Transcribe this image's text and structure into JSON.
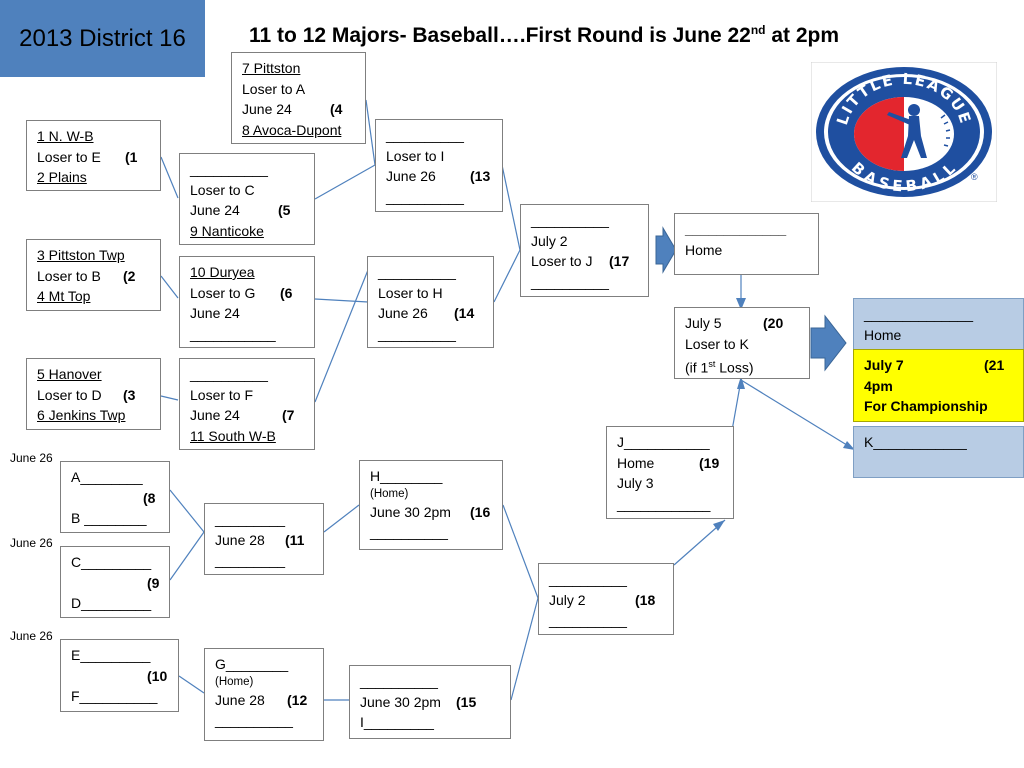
{
  "header": {
    "district": "2013 District 16",
    "title_main": "11 to 12 Majors- Baseball….First Round is June 22",
    "title_sup": "nd",
    "title_end": " at 2pm"
  },
  "logo": {
    "line1": "LITTLE LEAGUE",
    "line2": "BASEBALL",
    "mark": "®",
    "colors": {
      "blue": "#1f4fa0",
      "red": "#e3262e"
    }
  },
  "side_labels": [
    "June 26",
    "June 26",
    "June 26"
  ],
  "games": {
    "g4": {
      "team1": "7 Pittston",
      "line2": "Loser to A",
      "date": " June 24",
      "num": "(4",
      "team2": "8 Avoca-Dupont"
    },
    "g1": {
      "team1": "1 N. W-B",
      "line2": "Loser to E",
      "num": "(1",
      "team2": "2 Plains"
    },
    "g5": {
      "blank": "__________",
      "line2": "Loser to C",
      "date": " June 24",
      "num": "(5",
      "team2": "9 Nanticoke"
    },
    "g13": {
      "blank1": "__________",
      "line2": "Loser to I",
      "date": "June 26",
      "num": "(13",
      "blank2": "__________"
    },
    "g17": {
      "blank1": "__________",
      "date": "July 2",
      "line3": "Loser to J",
      "num": "(17",
      "blank2": "__________"
    },
    "home1": {
      "blank": "_____________",
      "line2": "Home"
    },
    "g2": {
      "team1": "3 Pittston Twp",
      "line2": "Loser to B",
      "num": "(2",
      "team2": "4  Mt Top"
    },
    "g6": {
      "team1": "10 Duryea",
      "line2": "Loser to G",
      "num": "(6",
      "date": "June 24",
      "blank": "___________"
    },
    "g14": {
      "blank1": "__________",
      "line2": "Loser to H",
      "date": "June 26",
      "num": "(14",
      "blank2": "__________"
    },
    "g20": {
      "date": "July 5",
      "num": "(20",
      "line2": "Loser to K",
      "line3_pre": "(if 1",
      "line3_sup": "st",
      "line3_post": " Loss)"
    },
    "home2": {
      "blank": "______________",
      "line2": "Home"
    },
    "champ": {
      "date": "July 7",
      "num": "(21",
      "time": "4pm",
      "label": "For Championship"
    },
    "g3": {
      "team1": "5 Hanover",
      "line2": "Loser to D",
      "num": "(3",
      "team2": "6 Jenkins Twp"
    },
    "g7": {
      "blank": "__________",
      "line2": "Loser to F",
      "date": "June 24",
      "num": "(7",
      "team2": "11 South W-B"
    },
    "k": {
      "label": "K____________"
    },
    "g19": {
      "label": "J___________",
      "line2": "Home",
      "num": "(19",
      "date": "July 3",
      "blank": "____________"
    },
    "g8": {
      "line1": "A________",
      "num": "(8",
      "line3": "B ________"
    },
    "g11": {
      "blank1": "_________",
      "date": "June 28",
      "num": "(11",
      "blank2": "_________"
    },
    "g16": {
      "label": "H________",
      "small": "(Home)",
      "date": "June 30  2pm",
      "num": "(16",
      "blank": "__________"
    },
    "g9": {
      "line1": "C_________",
      "num": "(9",
      "line3": "D_________"
    },
    "g18": {
      "blank1": "__________",
      "date": "July 2",
      "num": "(18",
      "blank2": "__________"
    },
    "g10": {
      "line1": "E_________",
      "num": "(10",
      "line3": "F__________"
    },
    "g12": {
      "label": "G________",
      "small": "(Home)",
      "date": "June 28",
      "num": "(12",
      "blank": "__________"
    },
    "g15": {
      "blank1": "__________",
      "date": "June 30 2pm",
      "num": "(15",
      "line3": "I_________"
    }
  }
}
